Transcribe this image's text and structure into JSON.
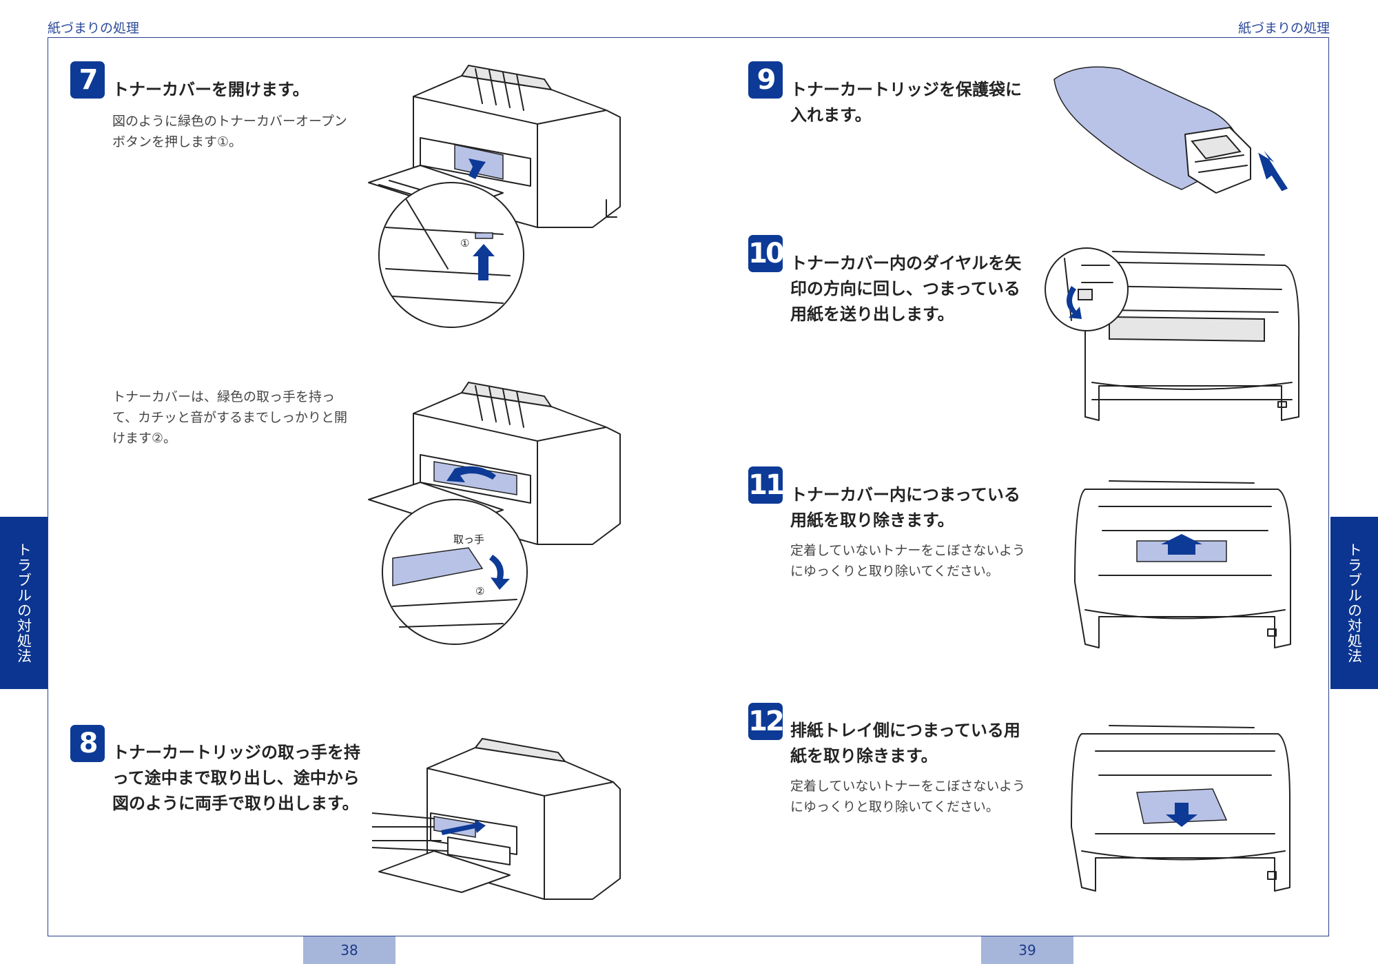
{
  "header": {
    "left": "紙づまりの処理",
    "right": "紙づまりの処理"
  },
  "side_tab": {
    "left": "トラブルの対処法",
    "right": "トラブルの対処法"
  },
  "pages": {
    "left": "38",
    "right": "39"
  },
  "steps": {
    "s7": {
      "num": "7",
      "title": "トナーカバーを開けます。",
      "body1": "図のように緑色のトナーカバーオープンボタンを押します①。",
      "body2": "トナーカバーは、緑色の取っ手を持って、カチッと音がするまでしっかりと開けます②。"
    },
    "s8": {
      "num": "8",
      "title": "トナーカートリッジの取っ手を持って途中まで取り出し、途中から図のように両手で取り出します。"
    },
    "s9": {
      "num": "9",
      "title": "トナーカートリッジを保護袋に入れます。"
    },
    "s10": {
      "num": "10",
      "title": "トナーカバー内のダイヤルを矢印の方向に回し、つまっている用紙を送り出します。"
    },
    "s11": {
      "num": "11",
      "title": "トナーカバー内につまっている用紙を取り除きます。",
      "body": "定着していないトナーをこぼさないようにゆっくりと取り除いてください。"
    },
    "s12": {
      "num": "12",
      "title": "排紙トレイ側につまっている用紙を取り除きます。",
      "body": "定着していないトナーをこぼさないようにゆっくりと取り除いてください。"
    }
  },
  "figure_labels": {
    "circle1": "①",
    "circle2": "②",
    "handle": "取っ手"
  },
  "colors": {
    "accent": "#0d3a96",
    "page_tab": "#a6b5da",
    "header_text": "#2c4a9a",
    "highlight": "#b8c2e6"
  }
}
